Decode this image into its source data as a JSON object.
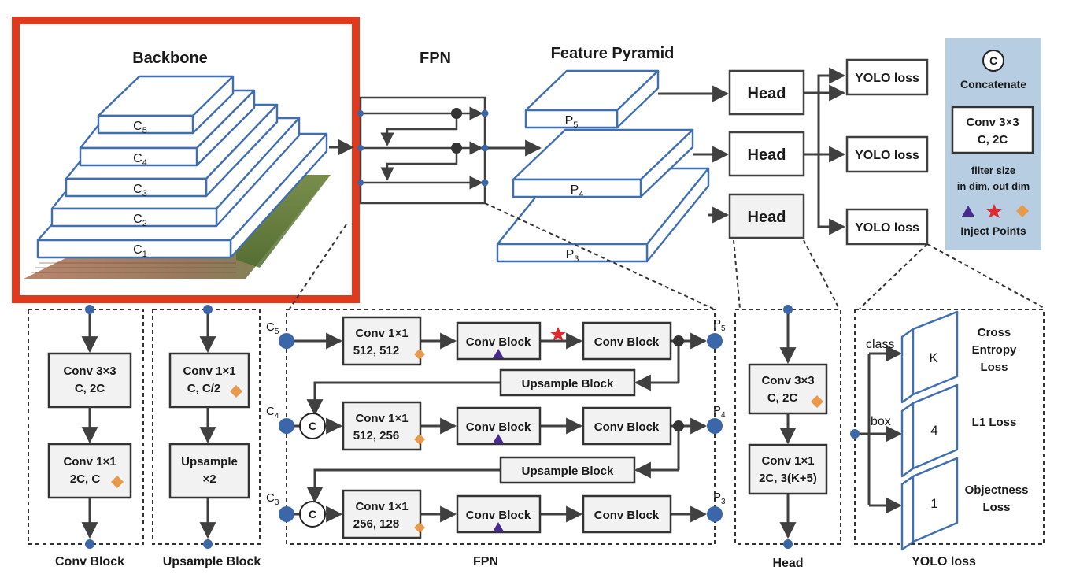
{
  "colors": {
    "accent_red": "#e03a1e",
    "layer_blue": "#3f6fb0",
    "node_blue": "#3b66a8",
    "inject_purple": "#4b2a8f",
    "inject_red": "#e0282d",
    "inject_orange": "#e89a4a",
    "legend_bg": "#b7cde2"
  },
  "backbone": {
    "title": "Backbone",
    "levels": [
      {
        "main": "C",
        "sub": "5"
      },
      {
        "main": "C",
        "sub": "4"
      },
      {
        "main": "C",
        "sub": "3"
      },
      {
        "main": "C",
        "sub": "2"
      },
      {
        "main": "C",
        "sub": "1"
      }
    ]
  },
  "fpn_top": {
    "title": "FPN"
  },
  "pyramid": {
    "title": "Feature Pyramid",
    "levels": [
      {
        "main": "P",
        "sub": "5"
      },
      {
        "main": "P",
        "sub": "4"
      },
      {
        "main": "P",
        "sub": "3"
      }
    ]
  },
  "heads": [
    "Head",
    "Head",
    "Head"
  ],
  "yolo_losses": [
    "YOLO loss",
    "YOLO loss",
    "YOLO loss"
  ],
  "legend": {
    "concat_symbol": "C",
    "concat_label": "Concatenate",
    "conv_line1": "Conv 3×3",
    "conv_line2": "C, 2C",
    "filter_line1": "filter size",
    "filter_line2": "in dim, out dim",
    "inject_label": "Inject Points"
  },
  "conv_block": {
    "b1_line1": "Conv 3×3",
    "b1_line2": "C, 2C",
    "b2_line1": "Conv 1×1",
    "b2_line2": "2C, C",
    "caption": "Conv Block"
  },
  "upsample_block": {
    "b1_line1": "Conv 1×1",
    "b1_line2": "C, C/2",
    "b2_line1": "Upsample",
    "b2_line2": "×2",
    "caption": "Upsample Block"
  },
  "fpn_detail": {
    "caption": "FPN",
    "inputs": [
      {
        "main": "C",
        "sub": "5"
      },
      {
        "main": "C",
        "sub": "4"
      },
      {
        "main": "C",
        "sub": "3"
      }
    ],
    "outputs": [
      {
        "main": "P",
        "sub": "5"
      },
      {
        "main": "P",
        "sub": "4"
      },
      {
        "main": "P",
        "sub": "3"
      }
    ],
    "concat_symbol": "C",
    "rows": [
      {
        "conv_line1": "Conv 1×1",
        "conv_line2": "512, 512",
        "block1": "Conv Block",
        "block2": "Conv Block"
      },
      {
        "conv_line1": "Conv 1×1",
        "conv_line2": "512, 256",
        "block1": "Conv Block",
        "block2": "Conv Block"
      },
      {
        "conv_line1": "Conv 1×1",
        "conv_line2": "256, 128",
        "block1": "Conv Block",
        "block2": "Conv Block"
      }
    ],
    "upsample_label": "Upsample Block"
  },
  "head_detail": {
    "b1_line1": "Conv 3×3",
    "b1_line2": "C, 2C",
    "b2_line1": "Conv 1×1",
    "b2_line2": "2C, 3(K+5)",
    "caption": "Head"
  },
  "yolo_detail": {
    "caption": "YOLO loss",
    "branch_class": "class",
    "branch_box": "box",
    "slabs": [
      {
        "value": "K",
        "loss_line1": "Cross",
        "loss_line2": "Entropy",
        "loss_line3": "Loss"
      },
      {
        "value": "4",
        "loss_line1": "L1 Loss"
      },
      {
        "value": "1",
        "loss_line1": "Objectness",
        "loss_line2": "Loss"
      }
    ]
  }
}
